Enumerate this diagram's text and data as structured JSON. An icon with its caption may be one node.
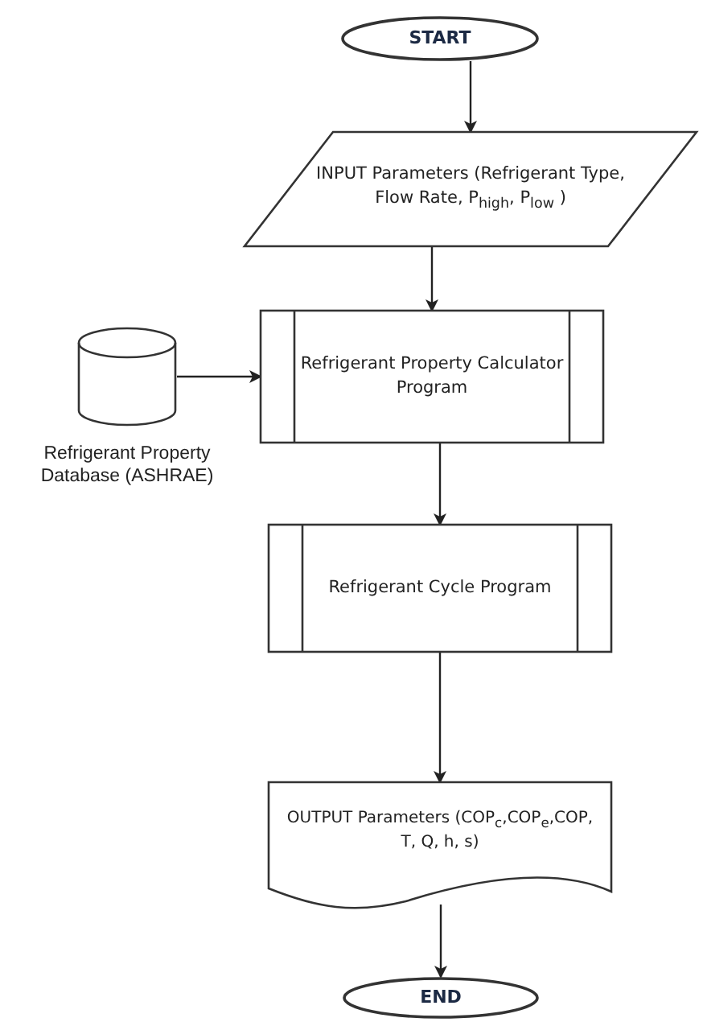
{
  "diagram": {
    "nodes": [
      {
        "text": [
          "START"
        ]
      },
      {
        "text": [
          "INPUT Parameters (Refrigerant Type, Flow Rate, P$_{high}$, P$_{low}$ )"
        ]
      },
      {
        "text": [
          "Refrigerant Property Database (ASHRAE)"
        ]
      },
      {
        "text": [
          "Refrigerant Property Calculator Program"
        ]
      },
      {
        "text": [
          "Refrigerant Cycle Program"
        ]
      },
      {
        "text": [
          "OUTPUT Parameters (COP$_{c}$,COP$_{e}$,COP, T, Q, h, s)"
        ]
      },
      {
        "text": [
          "END"
        ]
      }
    ],
    "edges": [
      {
        "from": 0,
        "to": 1,
        "arrow": "to"
      },
      {
        "from": 1,
        "to": 3,
        "arrow": "to"
      },
      {
        "from": 2,
        "to": 3,
        "arrow": "to"
      },
      {
        "from": 3,
        "to": 4,
        "arrow": "to"
      },
      {
        "from": 4,
        "to": 5,
        "arrow": "to"
      },
      {
        "from": 5,
        "to": 6,
        "arrow": "to"
      }
    ]
  }
}
